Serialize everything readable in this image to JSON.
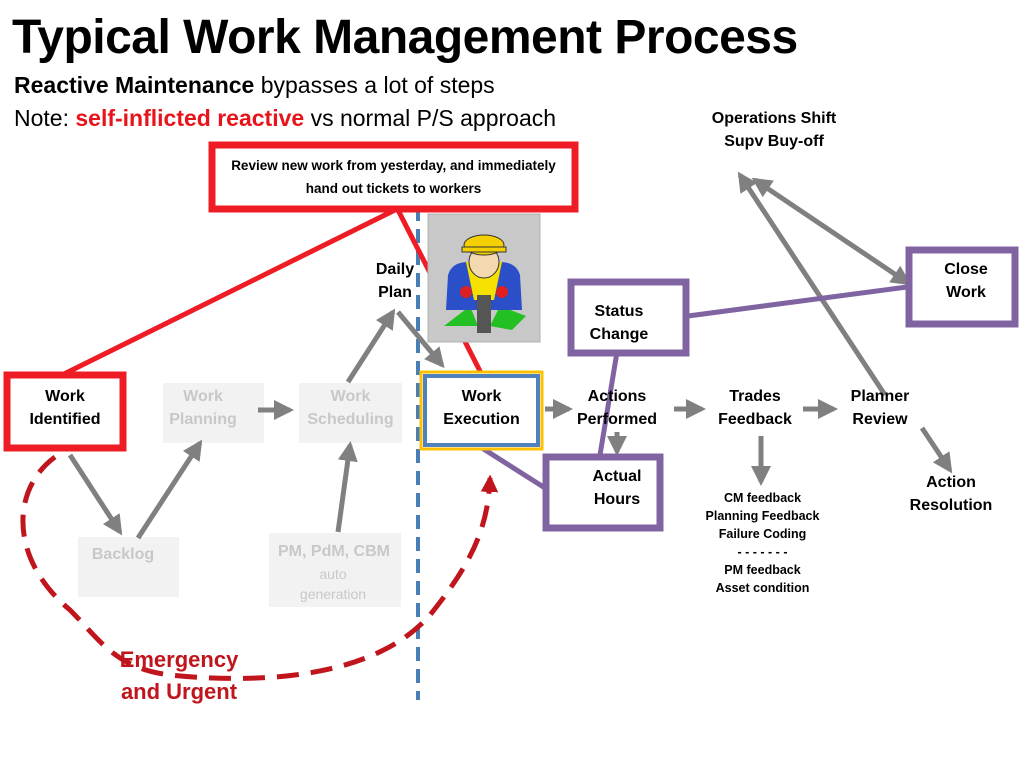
{
  "title": "Typical Work Management Process",
  "subtitle1": {
    "bold": "Reactive Maintenance",
    "rest": " bypasses a lot of steps"
  },
  "subtitle2": {
    "prefix": "Note: ",
    "highlight": "self-inflicted reactive",
    "suffix": " vs normal P/S approach"
  },
  "callout": "Review new work from yesterday, and immediately hand out tickets to workers",
  "nodes": {
    "work_identified": "Work Identified",
    "work_planning": "Work Planning",
    "work_scheduling": "Work Scheduling",
    "backlog": "Backlog",
    "pm_title": "PM, PdM, CBM",
    "pm_sub": "auto generation",
    "daily_plan": "Daily Plan",
    "work_execution": "Work Execution",
    "actions_performed": "Actions Performed",
    "trades_feedback": "Trades Feedback",
    "planner_review": "Planner Review",
    "action_resolution": "Action Resolution",
    "status_change": "Status Change",
    "actual_hours": "Actual Hours",
    "close_work": "Close Work",
    "operations": "Operations Shift Supv Buy-off",
    "emergency": "Emergency and Urgent"
  },
  "feedback_notes": [
    "CM feedback",
    "Planning Feedback",
    "Failure Coding",
    "- - - - - - -",
    "PM feedback",
    "Asset condition"
  ],
  "icons": [
    "worker-icon"
  ],
  "colors": {
    "red": "#ee1c24",
    "purple": "#8064a2",
    "blue_border": "#4f81bd",
    "yellow": "#ffc000",
    "gray_arrow": "#808080",
    "dashed_red": "#c0151c",
    "dashed_blue": "#4a7fb5"
  }
}
